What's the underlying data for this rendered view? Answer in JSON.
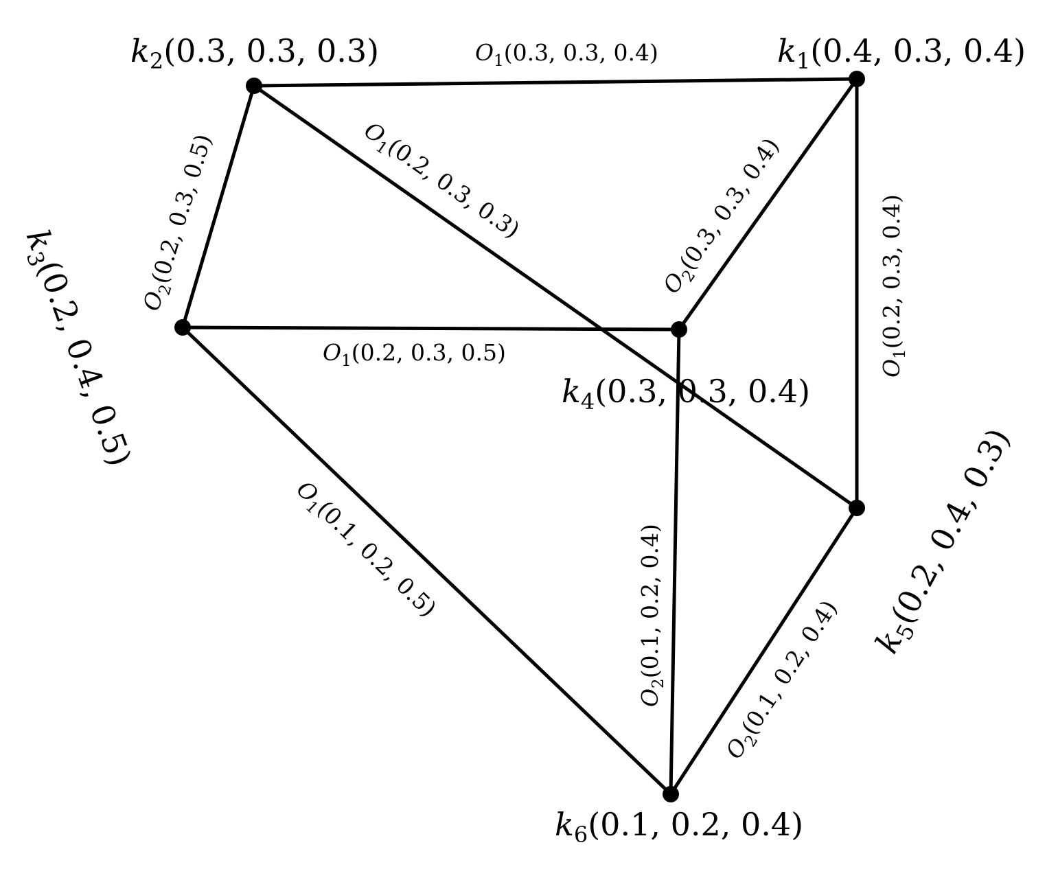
{
  "graph": {
    "vertices": [
      {
        "id": "k1",
        "symbol": "k",
        "sub": "1",
        "values": "(0.4, 0.3, 0.4)"
      },
      {
        "id": "k2",
        "symbol": "k",
        "sub": "2",
        "values": "(0.3, 0.3, 0.3)"
      },
      {
        "id": "k3",
        "symbol": "k",
        "sub": "3",
        "values": "(0.2, 0.4, 0.5)"
      },
      {
        "id": "k4",
        "symbol": "k",
        "sub": "4",
        "values": "(0.3, 0.3, 0.4)"
      },
      {
        "id": "k5",
        "symbol": "k",
        "sub": "5",
        "values": "(0.2, 0.4, 0.3)"
      },
      {
        "id": "k6",
        "symbol": "k",
        "sub": "6",
        "values": "(0.1, 0.2, 0.4)"
      }
    ],
    "edges": [
      {
        "id": "k2-k1",
        "from": "k2",
        "to": "k1",
        "symbol": "O",
        "sub": "1",
        "values": "(0.3, 0.3, 0.4)"
      },
      {
        "id": "k2-k3",
        "from": "k2",
        "to": "k3",
        "symbol": "O",
        "sub": "2",
        "values": "(0.2, 0.3, 0.5)"
      },
      {
        "id": "k2-k5",
        "from": "k2",
        "to": "k5",
        "symbol": "O",
        "sub": "1",
        "values": "(0.2, 0.3, 0.3)"
      },
      {
        "id": "k1-k4",
        "from": "k1",
        "to": "k4",
        "symbol": "O",
        "sub": "2",
        "values": "(0.3, 0.3, 0.4)"
      },
      {
        "id": "k1-k5",
        "from": "k1",
        "to": "k5",
        "symbol": "O",
        "sub": "1",
        "values": "(0.2, 0.3, 0.4)"
      },
      {
        "id": "k3-k4",
        "from": "k3",
        "to": "k4",
        "symbol": "O",
        "sub": "1",
        "values": "(0.2, 0.3, 0.5)"
      },
      {
        "id": "k3-k6",
        "from": "k3",
        "to": "k6",
        "symbol": "O",
        "sub": "1",
        "values": "(0.1, 0.2, 0.5)"
      },
      {
        "id": "k4-k6",
        "from": "k4",
        "to": "k6",
        "symbol": "O",
        "sub": "2",
        "values": "(0.1, 0.2, 0.4)"
      },
      {
        "id": "k5-k6",
        "from": "k5",
        "to": "k6",
        "symbol": "O",
        "sub": "2",
        "values": "(0.1, 0.2, 0.4)"
      }
    ]
  }
}
